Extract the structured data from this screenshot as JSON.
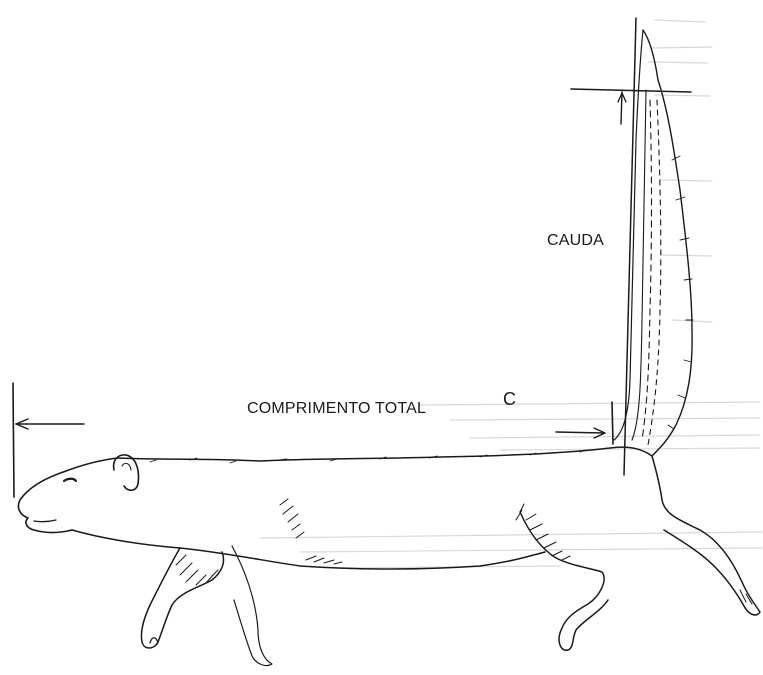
{
  "labels": {
    "tail": "CAUDA",
    "total_length": "COMPRIMENTO TOTAL",
    "point_c": "C"
  }
}
